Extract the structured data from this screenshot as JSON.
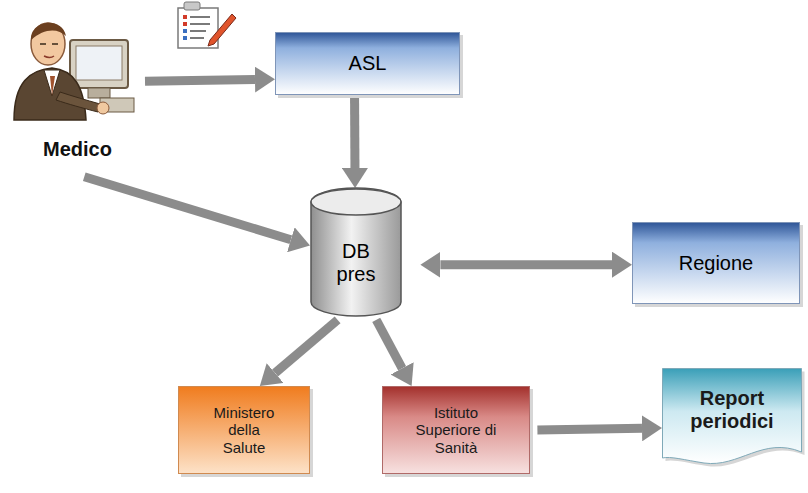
{
  "diagram": {
    "nodes": [
      {
        "text": [
          "Medico"
        ]
      },
      {
        "text": [
          "ASL"
        ]
      },
      {
        "text": [
          "DB pres"
        ]
      },
      {
        "text": [
          "Regione"
        ]
      },
      {
        "text": [
          "Ministero della Salute"
        ]
      },
      {
        "text": [
          "Istituto Superiore di Sanità"
        ]
      },
      {
        "text": [
          "Report periodici"
        ]
      }
    ],
    "edges": [
      {
        "from": 0,
        "to": 1,
        "arrow": "to"
      },
      {
        "from": 0,
        "to": 2,
        "arrow": "to"
      },
      {
        "from": 1,
        "to": 2,
        "arrow": "to"
      },
      {
        "from": 2,
        "to": 3,
        "arrow": "both"
      },
      {
        "from": 2,
        "to": 4,
        "arrow": "to"
      },
      {
        "from": 2,
        "to": 5,
        "arrow": "to"
      },
      {
        "from": 5,
        "to": 6,
        "arrow": "to"
      }
    ]
  }
}
